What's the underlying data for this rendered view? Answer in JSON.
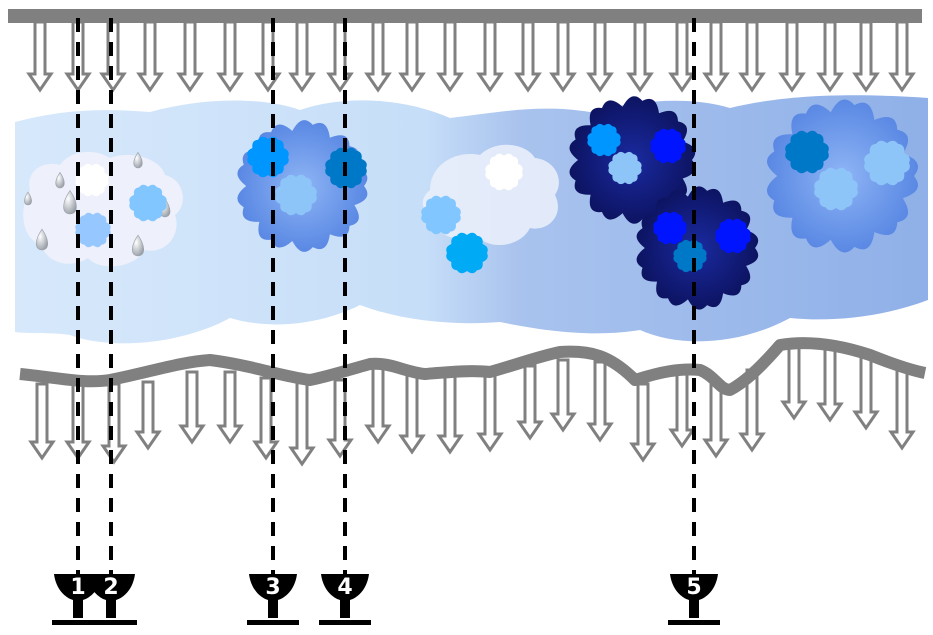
{
  "colors": {
    "bar": "#808080",
    "arrow_stroke": "#808080",
    "dash_line": "#000000",
    "gauge": "#000000",
    "gauge_text": "#ffffff",
    "sky_light": "#cfe4fb",
    "sky_mid": "#8fb3ea",
    "cloud_white": "#eef0fb",
    "cell_light": "#82c6ff",
    "cell_mid": "#0096ff",
    "cell_dark": "#0078c8",
    "cell_deep": "#0a1a7a",
    "cell_royal": "#0014ff"
  },
  "gauges": [
    {
      "label": "1"
    },
    {
      "label": "2"
    },
    {
      "label": "3"
    },
    {
      "label": "4"
    },
    {
      "label": "5"
    }
  ],
  "icons": {
    "top_arrow": "down-arrow-icon",
    "bottom_arrow": "down-arrow-icon",
    "gauge": "rain-gauge-icon",
    "raindrop": "raindrop-icon"
  }
}
